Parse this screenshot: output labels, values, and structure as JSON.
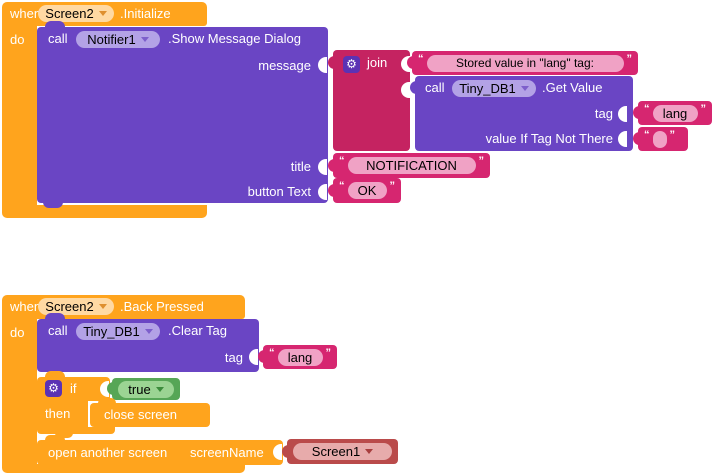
{
  "ui": {
    "quote_open": "“",
    "quote_close": "”",
    "gear_icon": "⚙"
  },
  "colors": {
    "event_control_orange": "#FFA41D",
    "component_call_purple": "#6A45C4",
    "text_block_magenta": "#D62670",
    "join_block_magenta": "#C52361",
    "logic_green": "#56A656",
    "screen_picker_red": "#BA4B4B"
  },
  "stack1": {
    "when_label": "when",
    "screen_pill": "Screen2",
    "event_label": ".Initialize",
    "do_label": "do",
    "call_label": "call",
    "component_pill": "Notifier1",
    "method_label": ".Show Message Dialog",
    "message_label": "message",
    "join_label": "join",
    "message_string": "Stored value in \"lang\" tag: ",
    "inner_call_label": "call",
    "inner_component_pill": "Tiny_DB1",
    "inner_method_label": ".Get Value",
    "tag_label": "tag",
    "tag_string": "lang",
    "value_if_label": "value If Tag Not There",
    "empty_string": "",
    "title_label": "title",
    "title_string": "NOTIFICATION",
    "button_text_label": "button Text",
    "button_text_string": "OK"
  },
  "stack2": {
    "when_label": "when",
    "screen_pill": "Screen2",
    "event_label": ".Back Pressed",
    "do_label": "do",
    "call_label": "call",
    "component_pill": "Tiny_DB1",
    "method_label": ".Clear Tag",
    "tag_label": "tag",
    "tag_string": "lang",
    "if_label": "if",
    "condition_pill": "true",
    "then_label": "then",
    "close_screen_label": "close screen",
    "open_screen_label": "open another screen",
    "screen_name_label": "screenName",
    "screen_value_pill": "Screen1"
  }
}
